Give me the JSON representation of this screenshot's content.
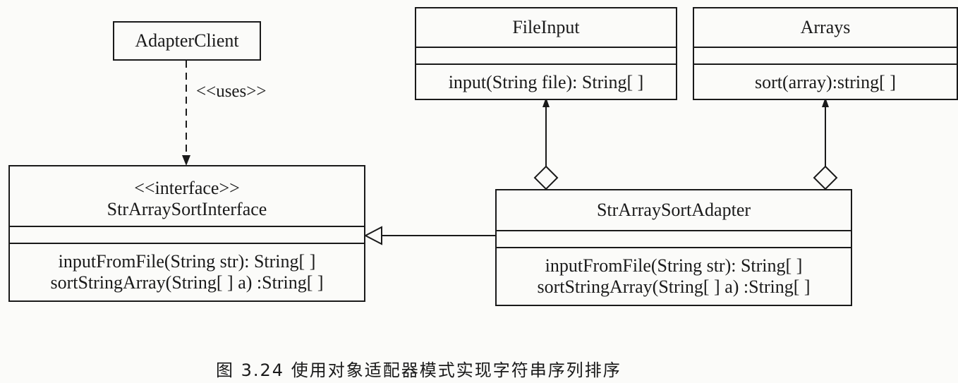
{
  "diagram": {
    "client": {
      "name": "AdapterClient"
    },
    "uses_label": "<<uses>>",
    "interface": {
      "stereotype": "<<interface>>",
      "name": "StrArraySortInterface",
      "methods": [
        "inputFromFile(String str): String[ ]",
        "sortStringArray(String[ ] a) :String[ ]"
      ]
    },
    "adapter": {
      "name": "StrArraySortAdapter",
      "methods": [
        "inputFromFile(String str): String[ ]",
        "sortStringArray(String[ ] a) :String[ ]"
      ]
    },
    "fileinput": {
      "name": "FileInput",
      "methods": [
        "input(String file): String[ ]"
      ]
    },
    "arrays": {
      "name": "Arrays",
      "methods": [
        "sort(array):string[ ]"
      ]
    }
  },
  "caption": "图 3.24  使用对象适配器模式实现字符串序列排序"
}
